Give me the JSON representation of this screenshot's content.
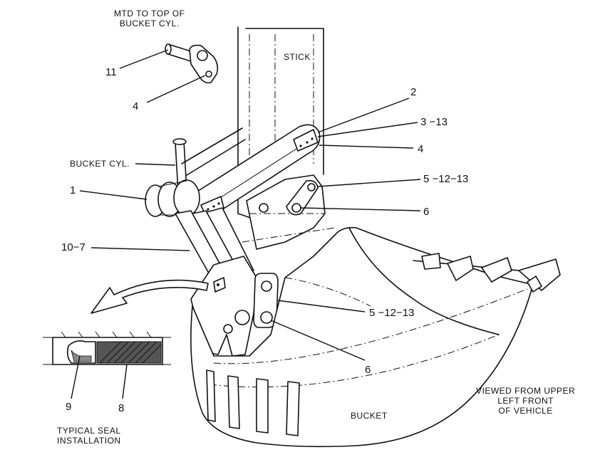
{
  "labels": {
    "mtd_note": "MTD TO TOP OF\nBUCKET CYL.",
    "stick": "STICK",
    "bucket_cyl": "BUCKET CYL.",
    "bucket": "BUCKET",
    "viewed_note": "VIEWED FROM UPPER\nLEFT FRONT\nOF VEHICLE",
    "seal_note": "TYPICAL SEAL\nINSTALLATION"
  },
  "callouts": {
    "c11": "11",
    "c4_top": "4",
    "c2": "2",
    "c3_13": "3 −13",
    "c4_right": "4",
    "c1": "1",
    "c5_12_13_top": "5 −12−13",
    "c6_top": "6",
    "c10_7": "10−7",
    "c5_12_13_low": "5 −12−13",
    "c6_low": "6",
    "c9": "9",
    "c8": "8"
  }
}
